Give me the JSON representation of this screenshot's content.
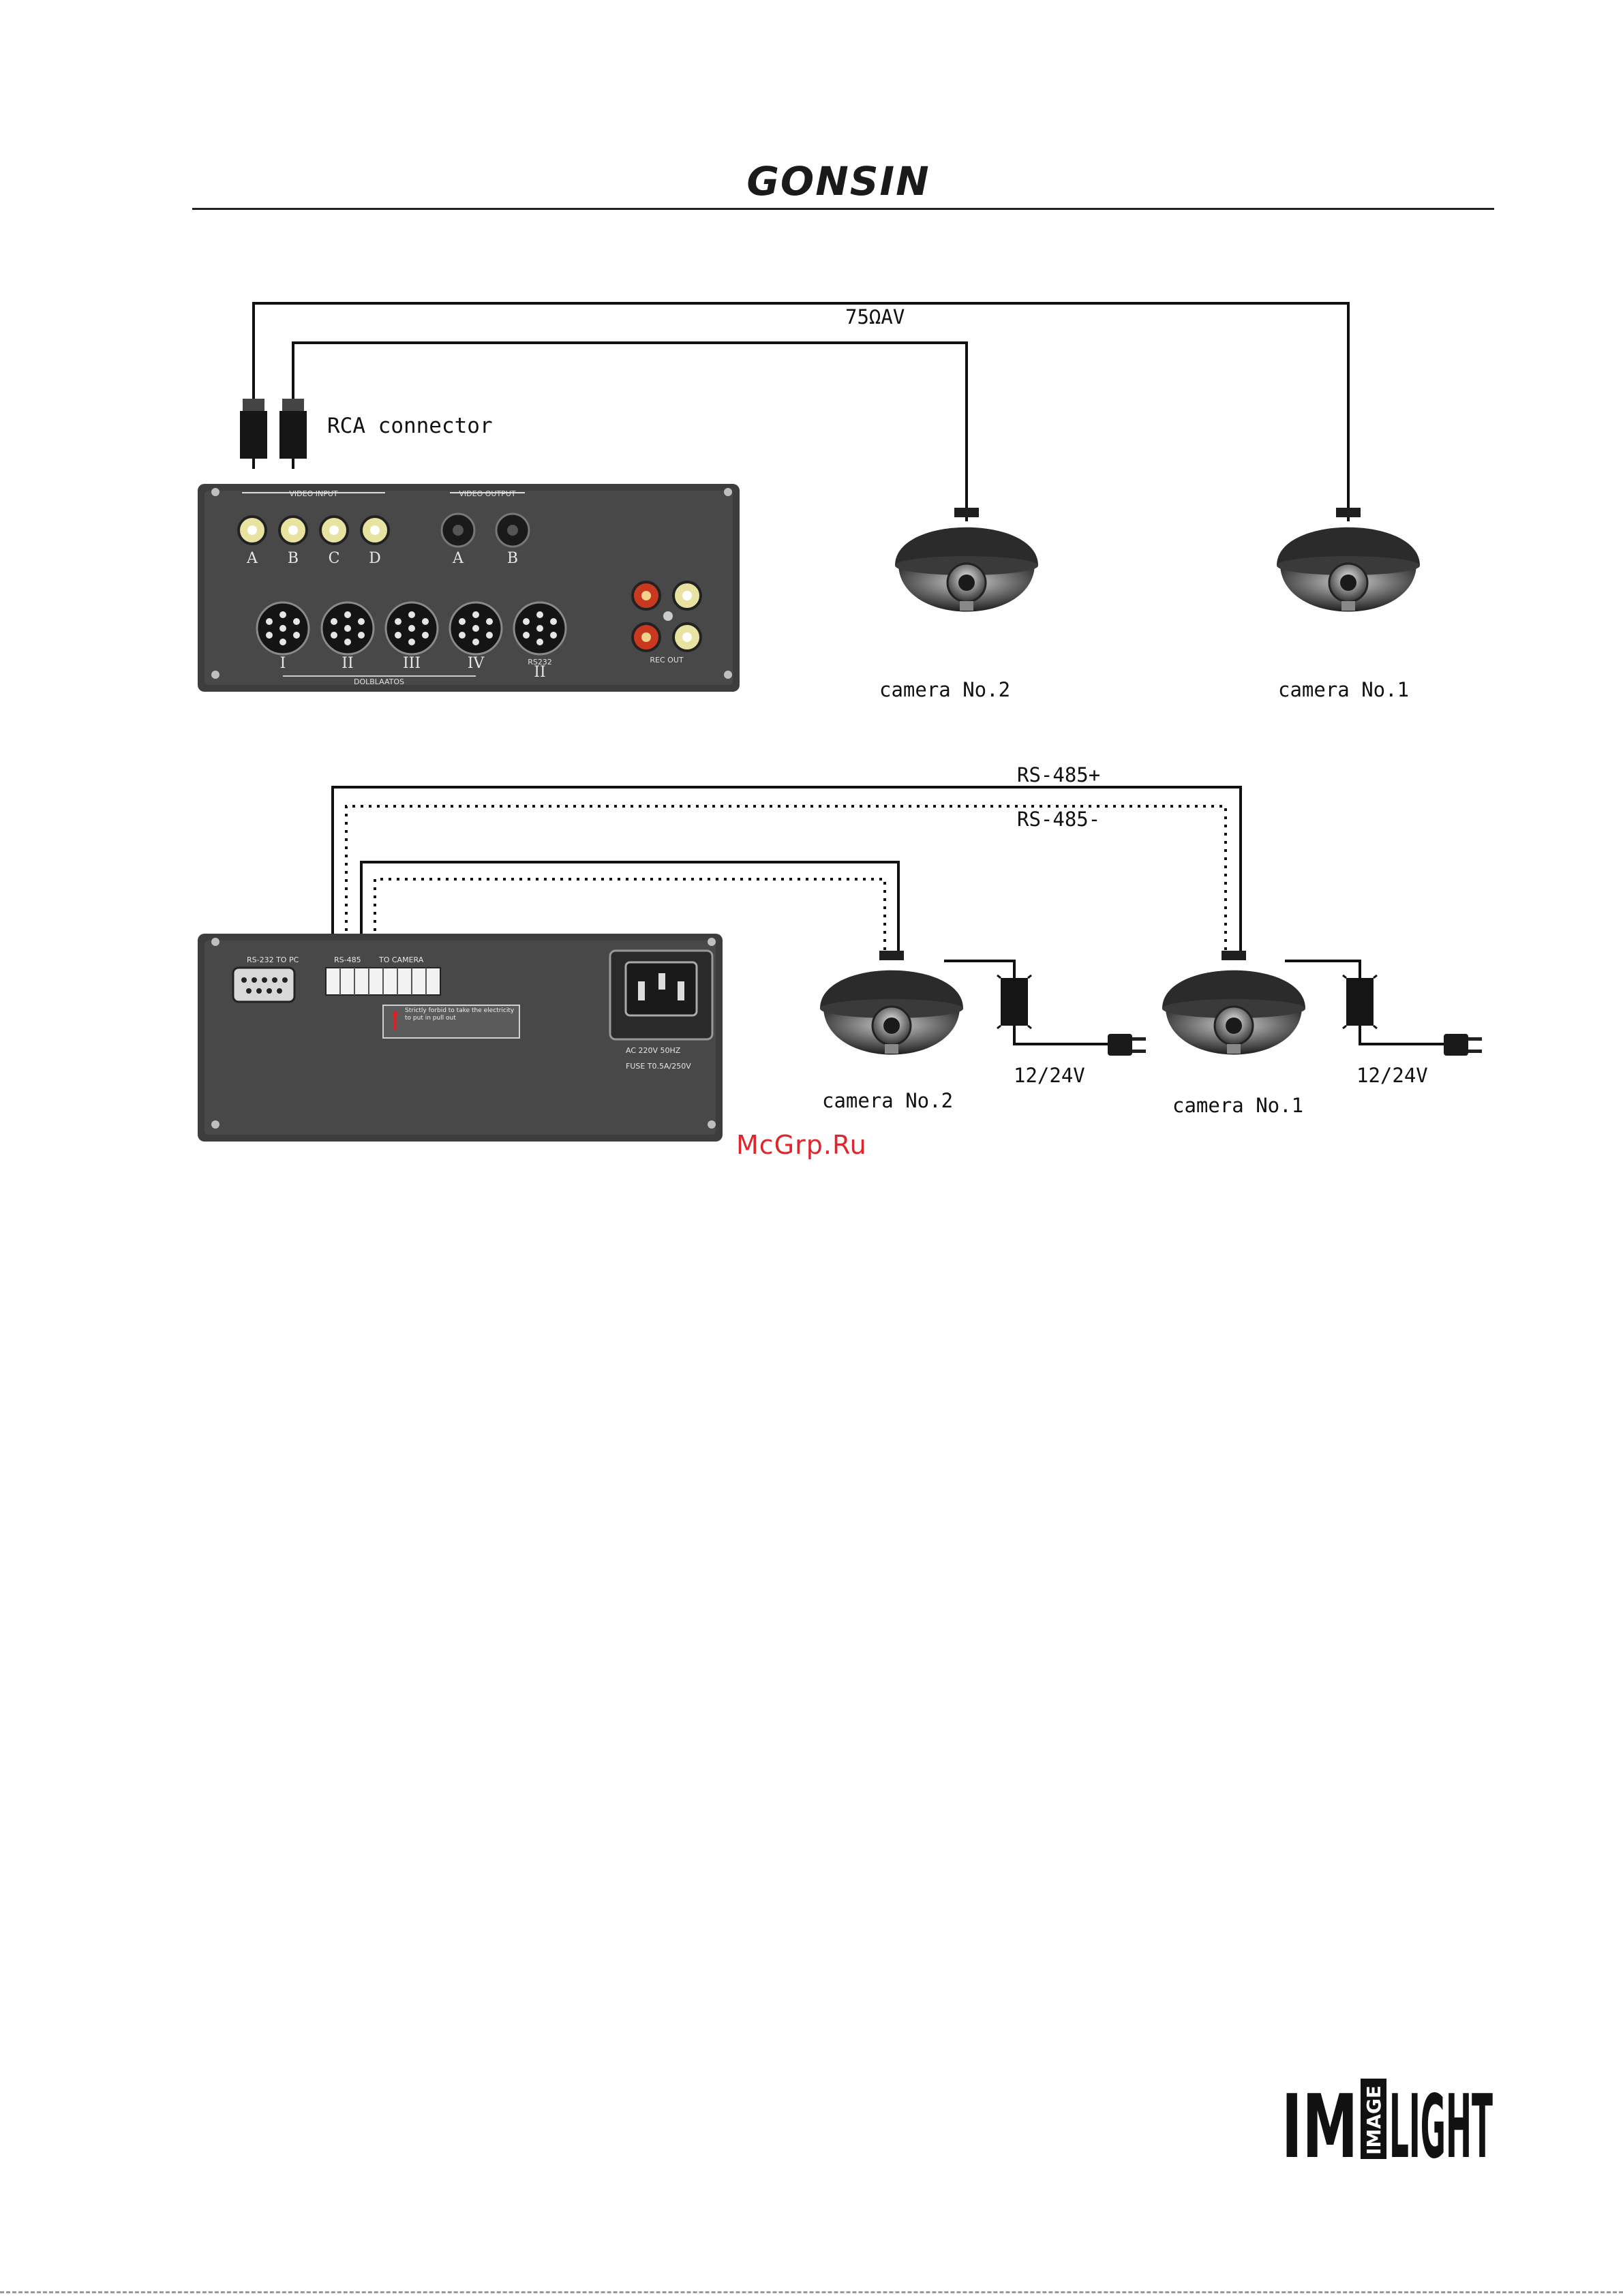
{
  "header": {
    "brand": "GONSIN"
  },
  "diagram1": {
    "cable_label": "75ΩAV",
    "connector_label": "RCA connector",
    "panel": {
      "video_input_title": "VIDEO INPUT",
      "video_output_title": "VIDEO OUTPUT",
      "input_letters": [
        "A",
        "B",
        "C",
        "D"
      ],
      "output_letters": [
        "A",
        "B"
      ],
      "din_numerals": [
        "I",
        "II",
        "III",
        "IV"
      ],
      "din_group_label": "DOLBLAATOS",
      "rs232_label": "RS232",
      "rs232_sub": "II",
      "rec_out_label": "REC OUT"
    },
    "cameras": [
      "camera No.2",
      "camera No.1"
    ]
  },
  "diagram2": {
    "rs485_plus": "RS-485+",
    "rs485_minus": "RS-485-",
    "panel": {
      "rs232_pc_label": "RS-232 TO PC",
      "rs485_label": "RS-485",
      "to_camera_label": "TO CAMERA",
      "warning_text": "Strictly forbid to take the electricity to put in pull out",
      "power_line1": "AC 220V 50HZ",
      "power_line2": "FUSE T0.5A/250V"
    },
    "cameras": [
      "camera No.2",
      "camera No.1"
    ],
    "voltage": "12/24V"
  },
  "watermark": "McGrp.Ru",
  "footer_logo": {
    "part1": "IM",
    "vertical": "IMAGE",
    "part2": "LIGHT"
  }
}
